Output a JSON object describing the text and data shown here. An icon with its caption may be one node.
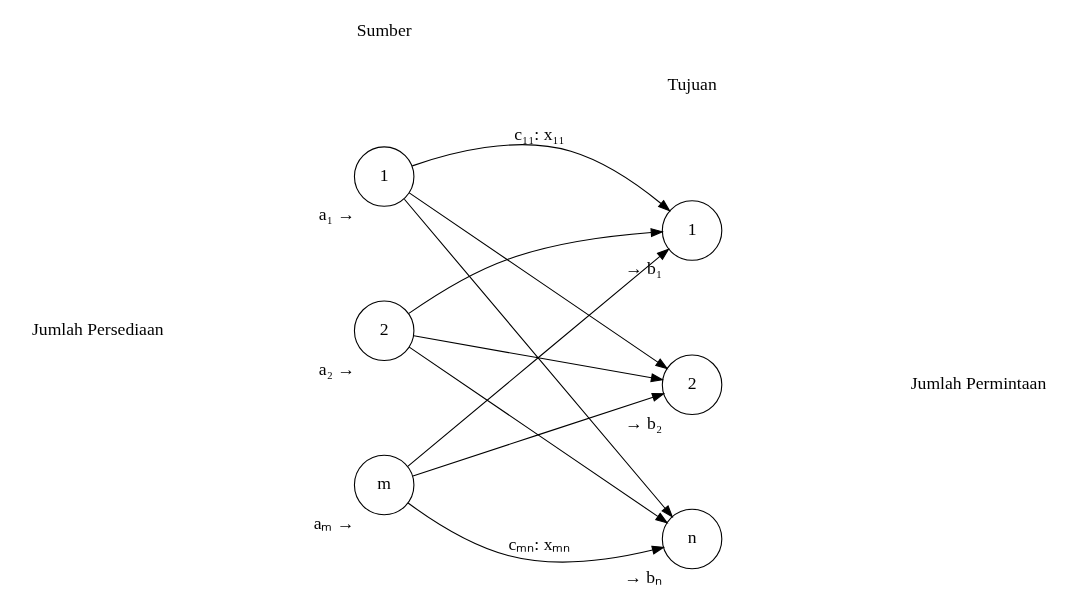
{
  "diagram": {
    "nodes": [
      {
        "text": [
          "1"
        ],
        "beside": [
          "a₁ →"
        ]
      },
      {
        "text": [
          "2"
        ],
        "beside": [
          "a₂ →"
        ]
      },
      {
        "text": [
          "m"
        ],
        "beside": [
          "aₘ →"
        ]
      },
      {
        "text": [
          "1"
        ],
        "beside": [
          "→ b₁"
        ]
      },
      {
        "text": [
          "2"
        ],
        "beside": [
          "→ b₂"
        ]
      },
      {
        "text": [
          "n"
        ],
        "beside": [
          "→ bₙ"
        ]
      }
    ],
    "edges": [
      {
        "from": 0,
        "to": 3,
        "arrow": "to",
        "label": "c₁₁: x₁₁"
      },
      {
        "from": 0,
        "to": 4,
        "arrow": "to"
      },
      {
        "from": 0,
        "to": 5,
        "arrow": "to"
      },
      {
        "from": 1,
        "to": 3,
        "arrow": "to"
      },
      {
        "from": 1,
        "to": 4,
        "arrow": "to"
      },
      {
        "from": 1,
        "to": 5,
        "arrow": "to"
      },
      {
        "from": 2,
        "to": 3,
        "arrow": "to"
      },
      {
        "from": 2,
        "to": 4,
        "arrow": "to"
      },
      {
        "from": 2,
        "to": 5,
        "arrow": "to",
        "label": "cₘₙ: xₘₙ"
      }
    ],
    "labels": [
      "Sumber",
      "Tujuan",
      "Jumlah Persediaan",
      "Jumlah Permintaan"
    ]
  }
}
